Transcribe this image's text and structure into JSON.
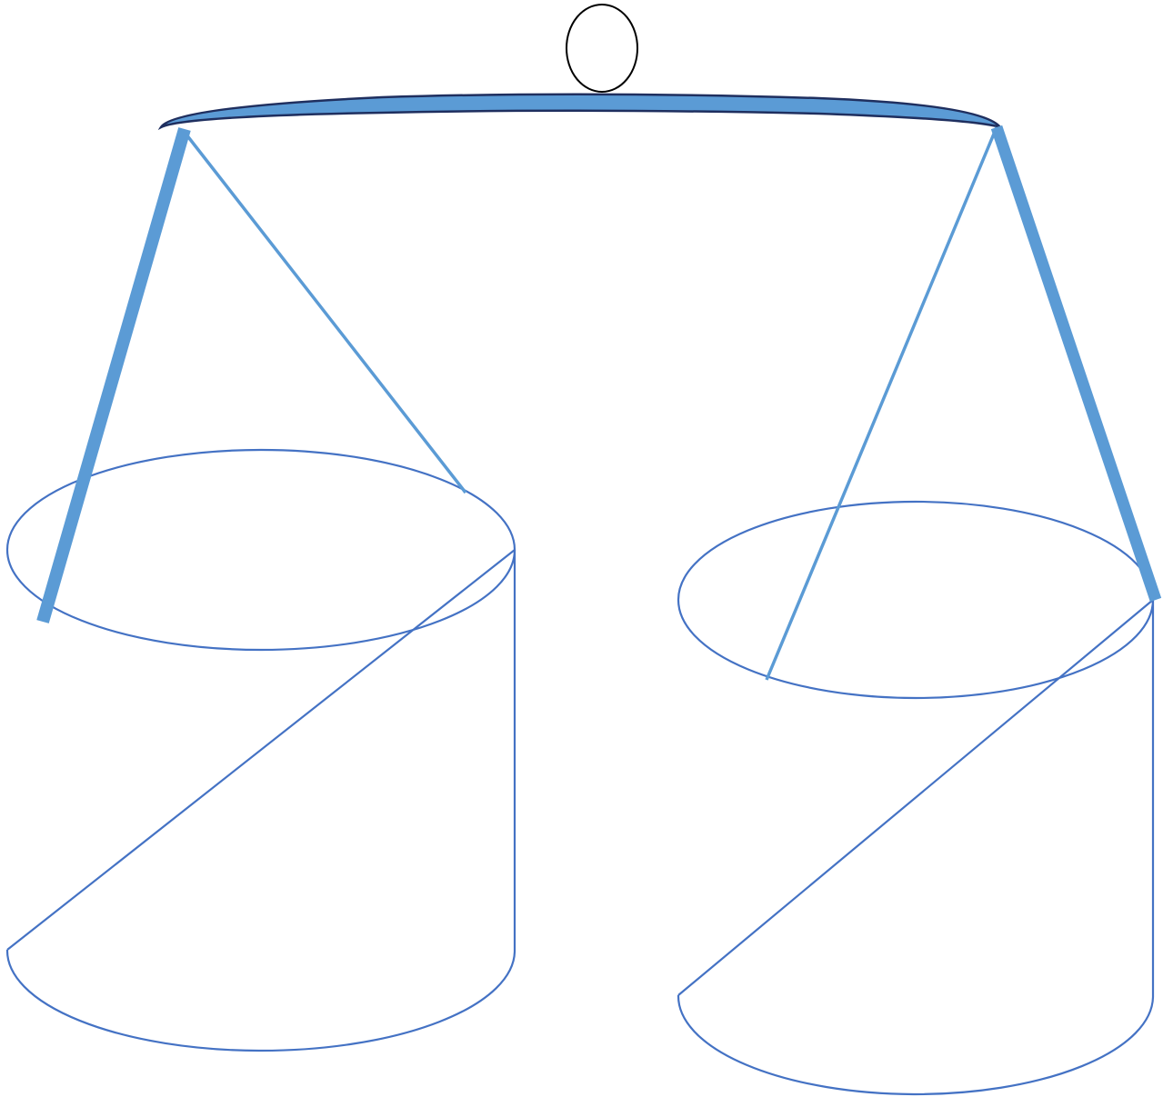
{
  "diagram": {
    "title": "",
    "elements": [
      {
        "name": "hook-ring",
        "shape": "ellipse"
      },
      {
        "name": "balance-beam",
        "shape": "curved-bar"
      },
      {
        "name": "left-pan-thick-rod",
        "shape": "line"
      },
      {
        "name": "left-pan-thin-rod",
        "shape": "line"
      },
      {
        "name": "right-pan-thick-rod",
        "shape": "line"
      },
      {
        "name": "right-pan-thin-rod",
        "shape": "line"
      },
      {
        "name": "left-cylinder",
        "shape": "open-cylinder"
      },
      {
        "name": "right-cylinder",
        "shape": "open-cylinder"
      }
    ]
  },
  "colors": {
    "beam_fill": "#5B9BD5",
    "beam_outline": "#1F2F5F",
    "rod": "#5B9BD5",
    "cylinder_stroke": "#4472C4",
    "ring_stroke": "#000000",
    "background": "#FFFFFF"
  }
}
